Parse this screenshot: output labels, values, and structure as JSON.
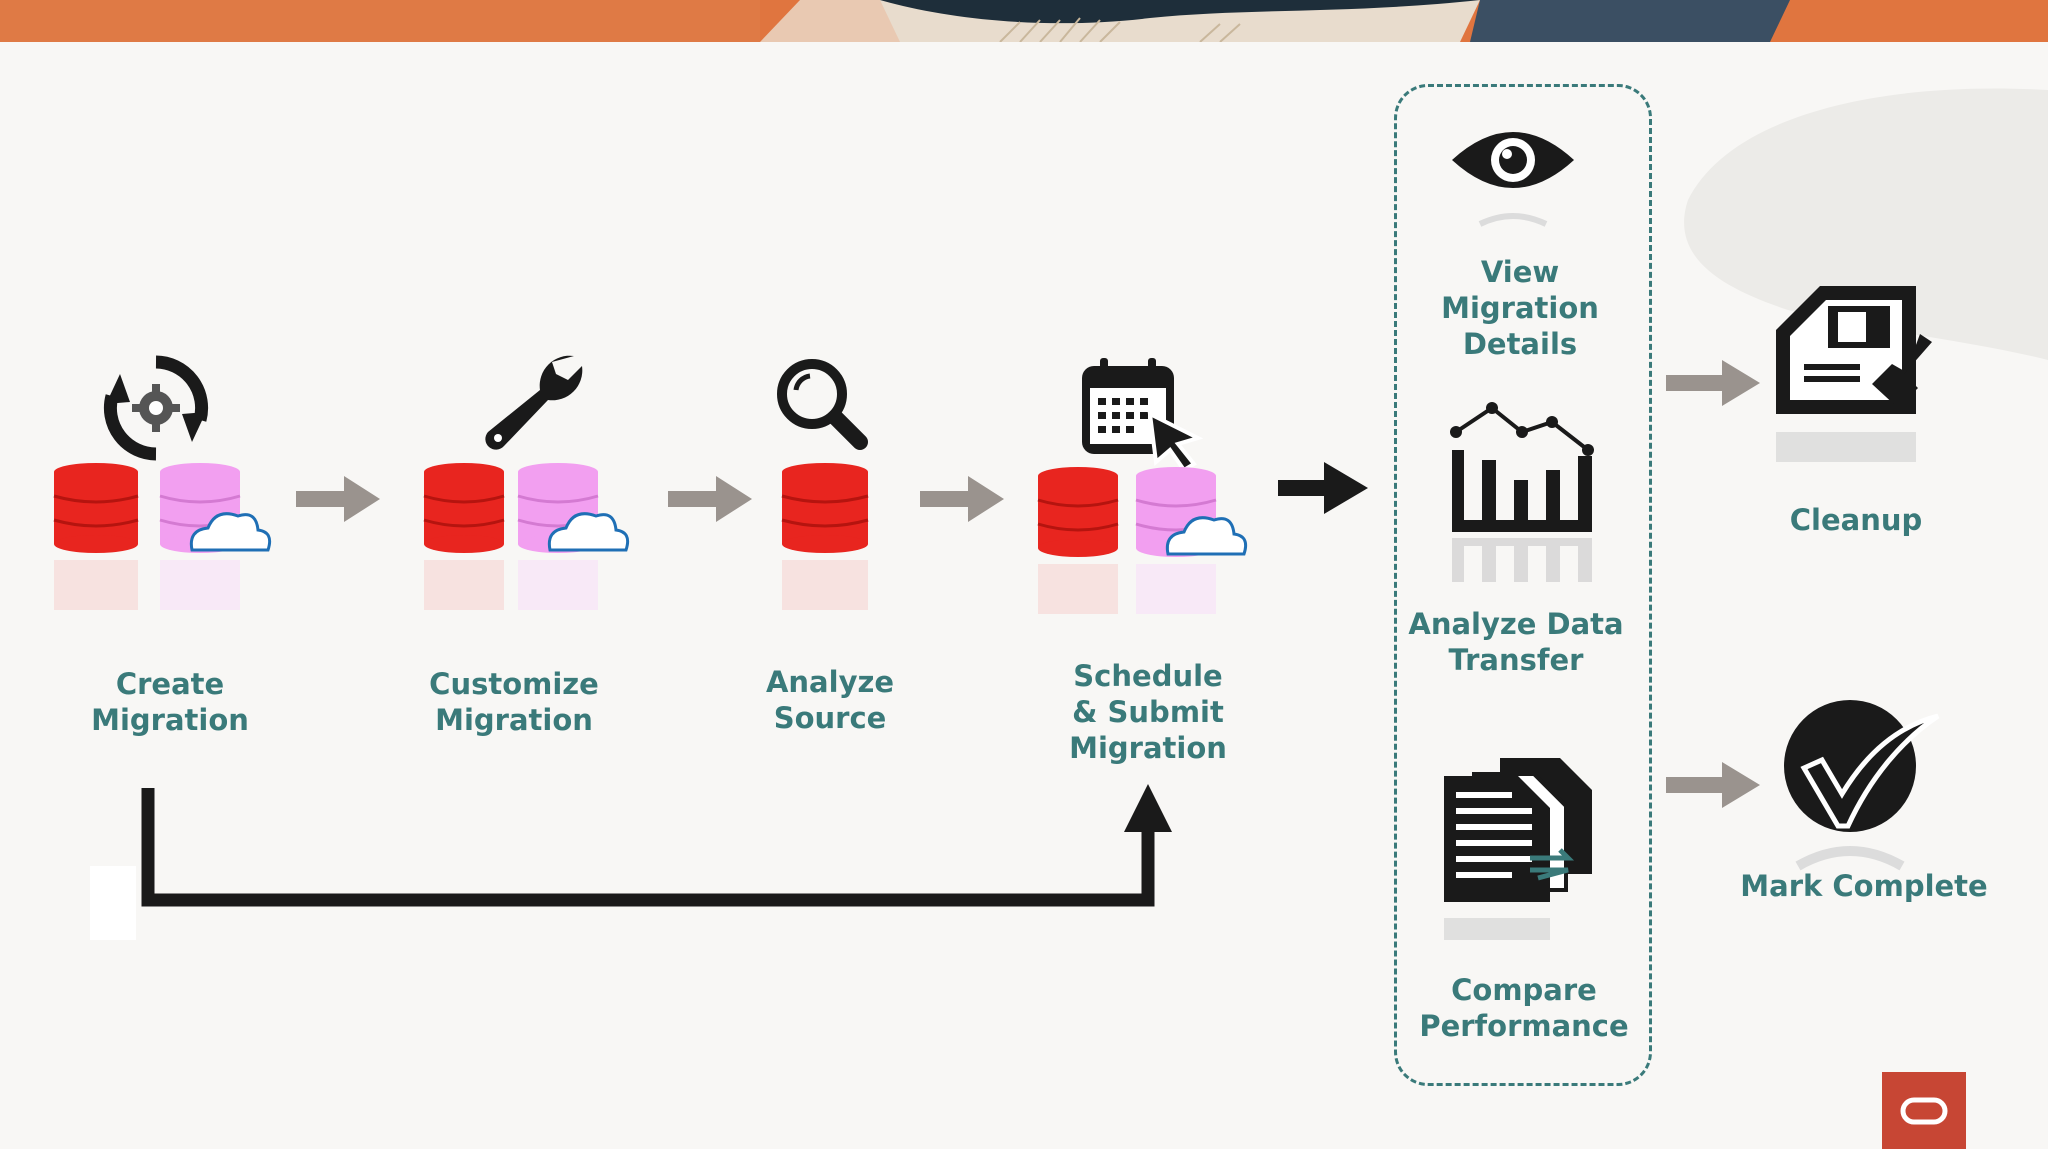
{
  "steps": [
    {
      "label": "Create\nMigration",
      "icon": "sync-gear-icon"
    },
    {
      "label": "Customize\nMigration",
      "icon": "wrench-icon"
    },
    {
      "label": "Analyze\nSource",
      "icon": "magnifier-icon"
    },
    {
      "label": "Schedule\n& Submit\nMigration",
      "icon": "calendar-cursor-icon"
    }
  ],
  "monitoring": [
    {
      "label": "View Migration\nDetails",
      "icon": "eye-icon"
    },
    {
      "label": "Analyze Data\nTransfer",
      "icon": "chart-icon"
    },
    {
      "label": "Compare\nPerformance",
      "icon": "documents-compare-icon"
    }
  ],
  "outcomes": [
    {
      "label": "Cleanup",
      "icon": "cleanup-icon"
    },
    {
      "label": "Mark Complete",
      "icon": "check-icon"
    }
  ],
  "colors": {
    "label": "#3a7a7a",
    "source_db": "#e8251f",
    "target_db": "#f29ff0",
    "cloud": "#1f6fb5",
    "arrow_gray": "#9a938e",
    "arrow_black": "#1a1a1a",
    "brand": "#c74634"
  }
}
